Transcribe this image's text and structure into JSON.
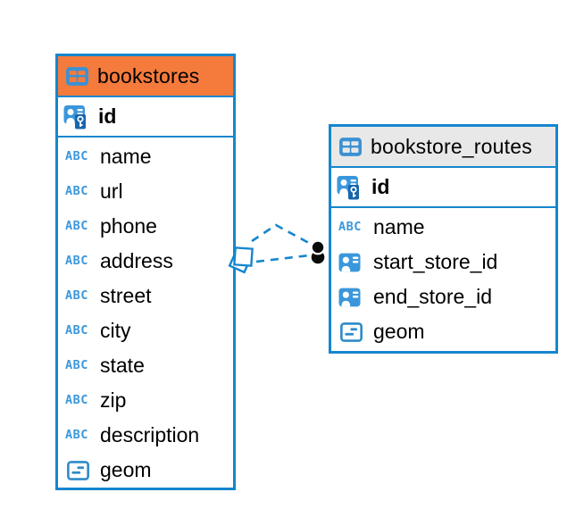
{
  "icons": {
    "text_type_label": "ABC"
  },
  "colors": {
    "table_border": "#1586CE",
    "bookstores_header": "#F57B3C",
    "bookstore_routes_header": "#E8E8E8",
    "icon_blue": "#3B97DB",
    "key_badge_blue": "#1766AC",
    "geometry_icon_blue": "#2E8BC9",
    "relation_line": "#1586CE",
    "relation_dot": "#0A0A0A",
    "text": "#000000",
    "canvas_bg": "#FFFFFF"
  },
  "tables": [
    {
      "name": "bookstores",
      "columns": [
        {
          "name": "id",
          "type_icon": "primary-key"
        },
        {
          "name": "name",
          "type_icon": "text"
        },
        {
          "name": "url",
          "type_icon": "text"
        },
        {
          "name": "phone",
          "type_icon": "text"
        },
        {
          "name": "address",
          "type_icon": "text"
        },
        {
          "name": "street",
          "type_icon": "text"
        },
        {
          "name": "city",
          "type_icon": "text"
        },
        {
          "name": "state",
          "type_icon": "text"
        },
        {
          "name": "zip",
          "type_icon": "text"
        },
        {
          "name": "description",
          "type_icon": "text"
        },
        {
          "name": "geom",
          "type_icon": "geometry"
        }
      ]
    },
    {
      "name": "bookstore_routes",
      "columns": [
        {
          "name": "id",
          "type_icon": "primary-key"
        },
        {
          "name": "name",
          "type_icon": "text"
        },
        {
          "name": "start_store_id",
          "type_icon": "foreign-key"
        },
        {
          "name": "end_store_id",
          "type_icon": "foreign-key"
        },
        {
          "name": "geom",
          "type_icon": "geometry"
        }
      ]
    }
  ],
  "relationships": [
    {
      "from_table": "bookstores",
      "to_table": "bookstore_routes",
      "style": "dashed"
    },
    {
      "from_table": "bookstores",
      "to_table": "bookstore_routes",
      "style": "dashed"
    }
  ]
}
